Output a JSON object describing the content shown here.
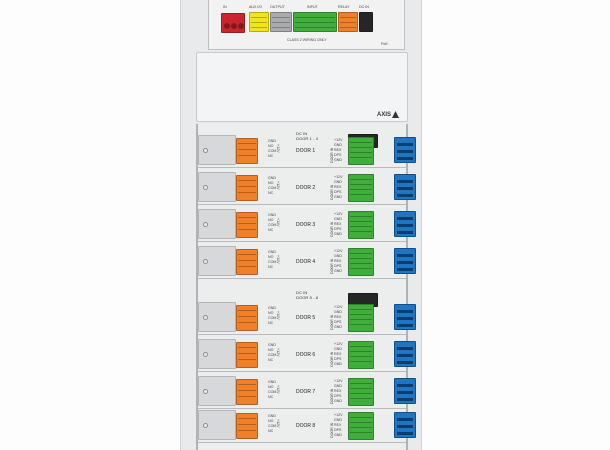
{
  "top_header": {
    "connector_labels": [
      "IN",
      "AUX I/O",
      "OUTPUT",
      "INPUT",
      "RELAY",
      "DC IN"
    ],
    "wiring_note": "CLASS 2 WIRING ONLY",
    "side_label": "PoE"
  },
  "brand": {
    "logo_text": "AXIS"
  },
  "dc_in_groups": [
    {
      "title_line1": "DC IN",
      "title_line2": "DOOR 1 - 4"
    },
    {
      "title_line1": "DC IN",
      "title_line2": "DOOR 5 - 8"
    }
  ],
  "relay_terminal_labels": [
    "GND",
    "NO",
    "COM",
    "NC"
  ],
  "relay_side_label": "+12V",
  "door_terminal_labels": [
    "+12V",
    "GND",
    "REX",
    "DPS",
    "GND"
  ],
  "door_side_label": "DOOR IN",
  "doors": [
    {
      "label": "DOOR 1"
    },
    {
      "label": "DOOR 2"
    },
    {
      "label": "DOOR 3"
    },
    {
      "label": "DOOR 4"
    },
    {
      "label": "DOOR 5"
    },
    {
      "label": "DOOR 6"
    },
    {
      "label": "DOOR 7"
    },
    {
      "label": "DOOR 8"
    }
  ],
  "colors": {
    "red_block": "#c9252f",
    "yellow_block": "#f1e41c",
    "grey_block": "#a9abad",
    "green_block": "#3fae3a",
    "orange_block": "#f07f2a",
    "black_block": "#262626",
    "rj45_blue": "#1f75c2"
  },
  "icons": [
    "triangle-logo-icon",
    "screw-terminal-icon",
    "rj45-port-icon",
    "relay-dot-icon"
  ]
}
